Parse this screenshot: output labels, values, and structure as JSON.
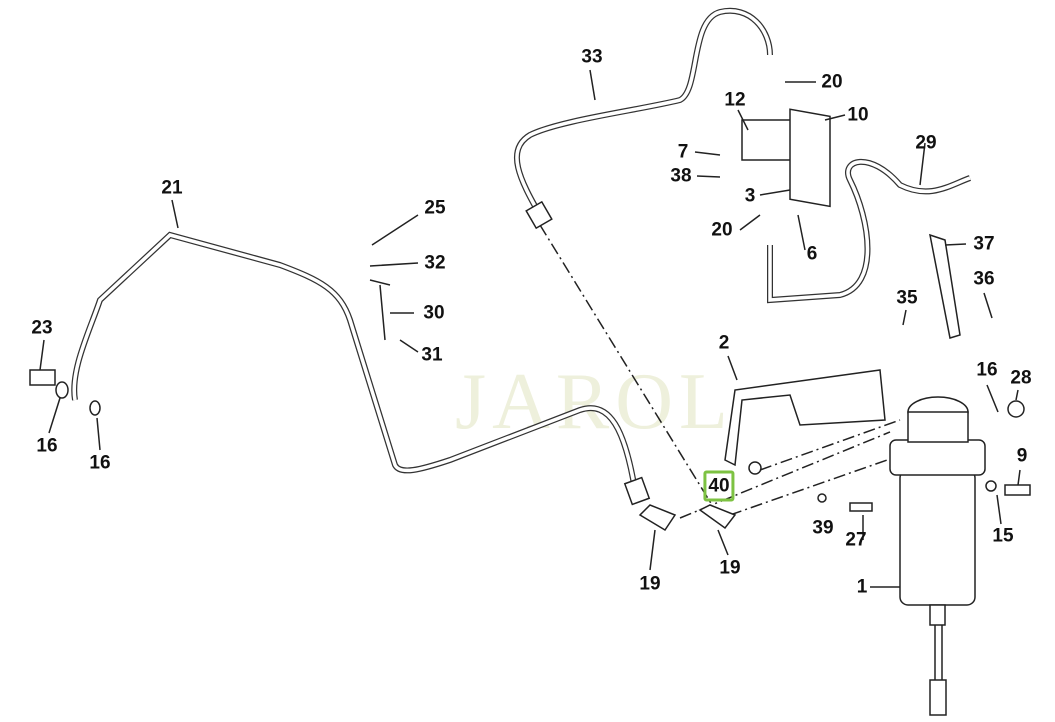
{
  "watermark": "JAROL",
  "highlight_color": "#7dc242",
  "selected_part": "40",
  "callouts": {
    "c33": "33",
    "c20a": "20",
    "c12": "12",
    "c10": "10",
    "c29": "29",
    "c7": "7",
    "c38": "38",
    "c3": "3",
    "c20b": "20",
    "c6": "6",
    "c37": "37",
    "c25": "25",
    "c32": "32",
    "c21": "21",
    "c30": "30",
    "c31": "31",
    "c23": "23",
    "c35": "35",
    "c36": "36",
    "c2": "2",
    "c16a": "16",
    "c16b": "16",
    "c16c": "16",
    "c28": "28",
    "c40": "40",
    "c9": "9",
    "c39": "39",
    "c27": "27",
    "c15": "15",
    "c19a": "19",
    "c19b": "19",
    "c1": "1"
  }
}
